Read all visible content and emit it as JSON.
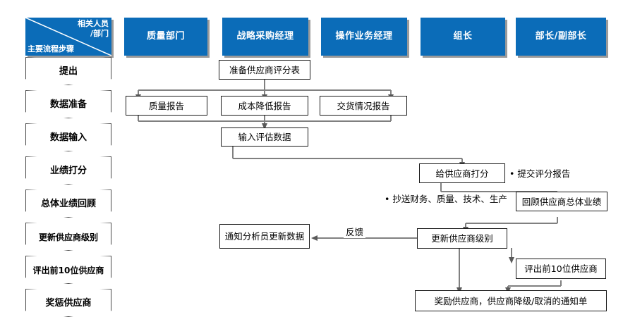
{
  "header": {
    "corner": {
      "top_label": "相关人员\n/部门",
      "top_label_line1": "相关人员",
      "top_label_line2": "/部门",
      "bottom_label": "主要流程步骤"
    },
    "accent_color": "#0B6CB8",
    "shadow_color": "#9A9A9A",
    "lanes": [
      {
        "id": "quality-dept",
        "label": "质量部门"
      },
      {
        "id": "strategic-purchasing-manager",
        "label": "战略采购经理"
      },
      {
        "id": "operations-business-manager",
        "label": "操作业务经理"
      },
      {
        "id": "team-leader",
        "label": "组长"
      },
      {
        "id": "director-deputy-director",
        "label": "部长/副部长"
      }
    ]
  },
  "steps": [
    {
      "id": "step-propose",
      "label": "提出"
    },
    {
      "id": "step-data-prep",
      "label": "数据准备"
    },
    {
      "id": "step-data-input",
      "label": "数据输入"
    },
    {
      "id": "step-performance-scoring",
      "label": "业绩打分"
    },
    {
      "id": "step-overall-review",
      "label": "总体业绩回顾"
    },
    {
      "id": "step-update-supplier-level",
      "label": "更新供应商级别"
    },
    {
      "id": "step-top10-suppliers",
      "label": "评出前10位供应商"
    },
    {
      "id": "step-reward-penalty",
      "label": "奖惩供应商"
    }
  ],
  "nodes": [
    {
      "id": "prepare-scorecard",
      "label": "准备供应商评分表"
    },
    {
      "id": "quality-report",
      "label": "质量报告"
    },
    {
      "id": "cost-reduction-report",
      "label": "成本降低报告"
    },
    {
      "id": "delivery-status-report",
      "label": "交货情况报告"
    },
    {
      "id": "input-evaluation-data",
      "label": "输入评估数据"
    },
    {
      "id": "score-supplier",
      "label": "给供应商打分"
    },
    {
      "id": "review-overall-performance",
      "label": "回顾供应商总体业绩"
    },
    {
      "id": "notify-analyst-update-data",
      "label": "通知分析员更新数据"
    },
    {
      "id": "update-supplier-level",
      "label": "更新供应商级别"
    },
    {
      "id": "top10-suppliers",
      "label": "评出前10位供应商"
    },
    {
      "id": "reward-downgrade-notice",
      "label": "奖励供应商，供应商降级/取消的通知单"
    }
  ],
  "notes": [
    {
      "id": "note-submit-score-report",
      "label": "• 提交评分报告"
    },
    {
      "id": "note-cc-departments",
      "label": "• 抄送财务、质量、技术、生产"
    }
  ],
  "edge_labels": [
    {
      "id": "edge-label-feedback",
      "label": "反馈"
    }
  ]
}
